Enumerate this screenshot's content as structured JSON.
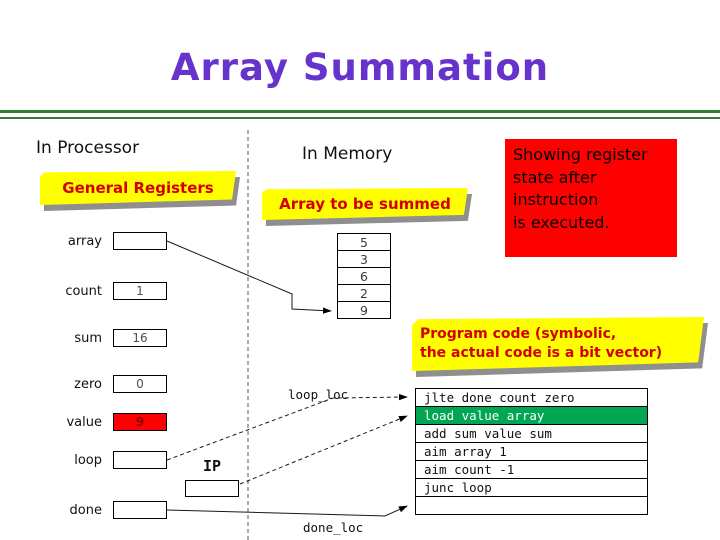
{
  "title": "Array Summation",
  "sections": {
    "in_processor": "In Processor",
    "in_memory": "In Memory"
  },
  "banners": {
    "general_registers": "General Registers",
    "array_to_be_summed": "Array to be summed",
    "program_code": {
      "line1": "Program code (symbolic,",
      "line2": "the actual code is a bit vector)"
    }
  },
  "note": {
    "line1": "Showing register",
    "line2": "state after",
    "line3": "instruction",
    "line4": "is executed."
  },
  "registers": [
    {
      "name": "array",
      "value": ""
    },
    {
      "name": "count",
      "value": "1"
    },
    {
      "name": "sum",
      "value": "16"
    },
    {
      "name": "zero",
      "value": "0"
    },
    {
      "name": "value",
      "value": "9"
    },
    {
      "name": "loop",
      "value": ""
    },
    {
      "name": "done",
      "value": ""
    }
  ],
  "memory_array": [
    "5",
    "3",
    "6",
    "2",
    "9"
  ],
  "code_rows": [
    "jlte done count zero",
    "load value array",
    "add sum value sum",
    "aim array 1",
    "aim count -1",
    "junc loop",
    ""
  ],
  "pointers": {
    "loop_loc": "loop_loc",
    "done_loc": "done_loc",
    "ip": "IP"
  },
  "colors": {
    "title": "#6633cc",
    "banner_bg": "#ffff00",
    "banner_text": "#d40000",
    "note_bg": "#ff0000",
    "highlight_row": "#00a651",
    "value_register_bg": "#ff0000"
  }
}
